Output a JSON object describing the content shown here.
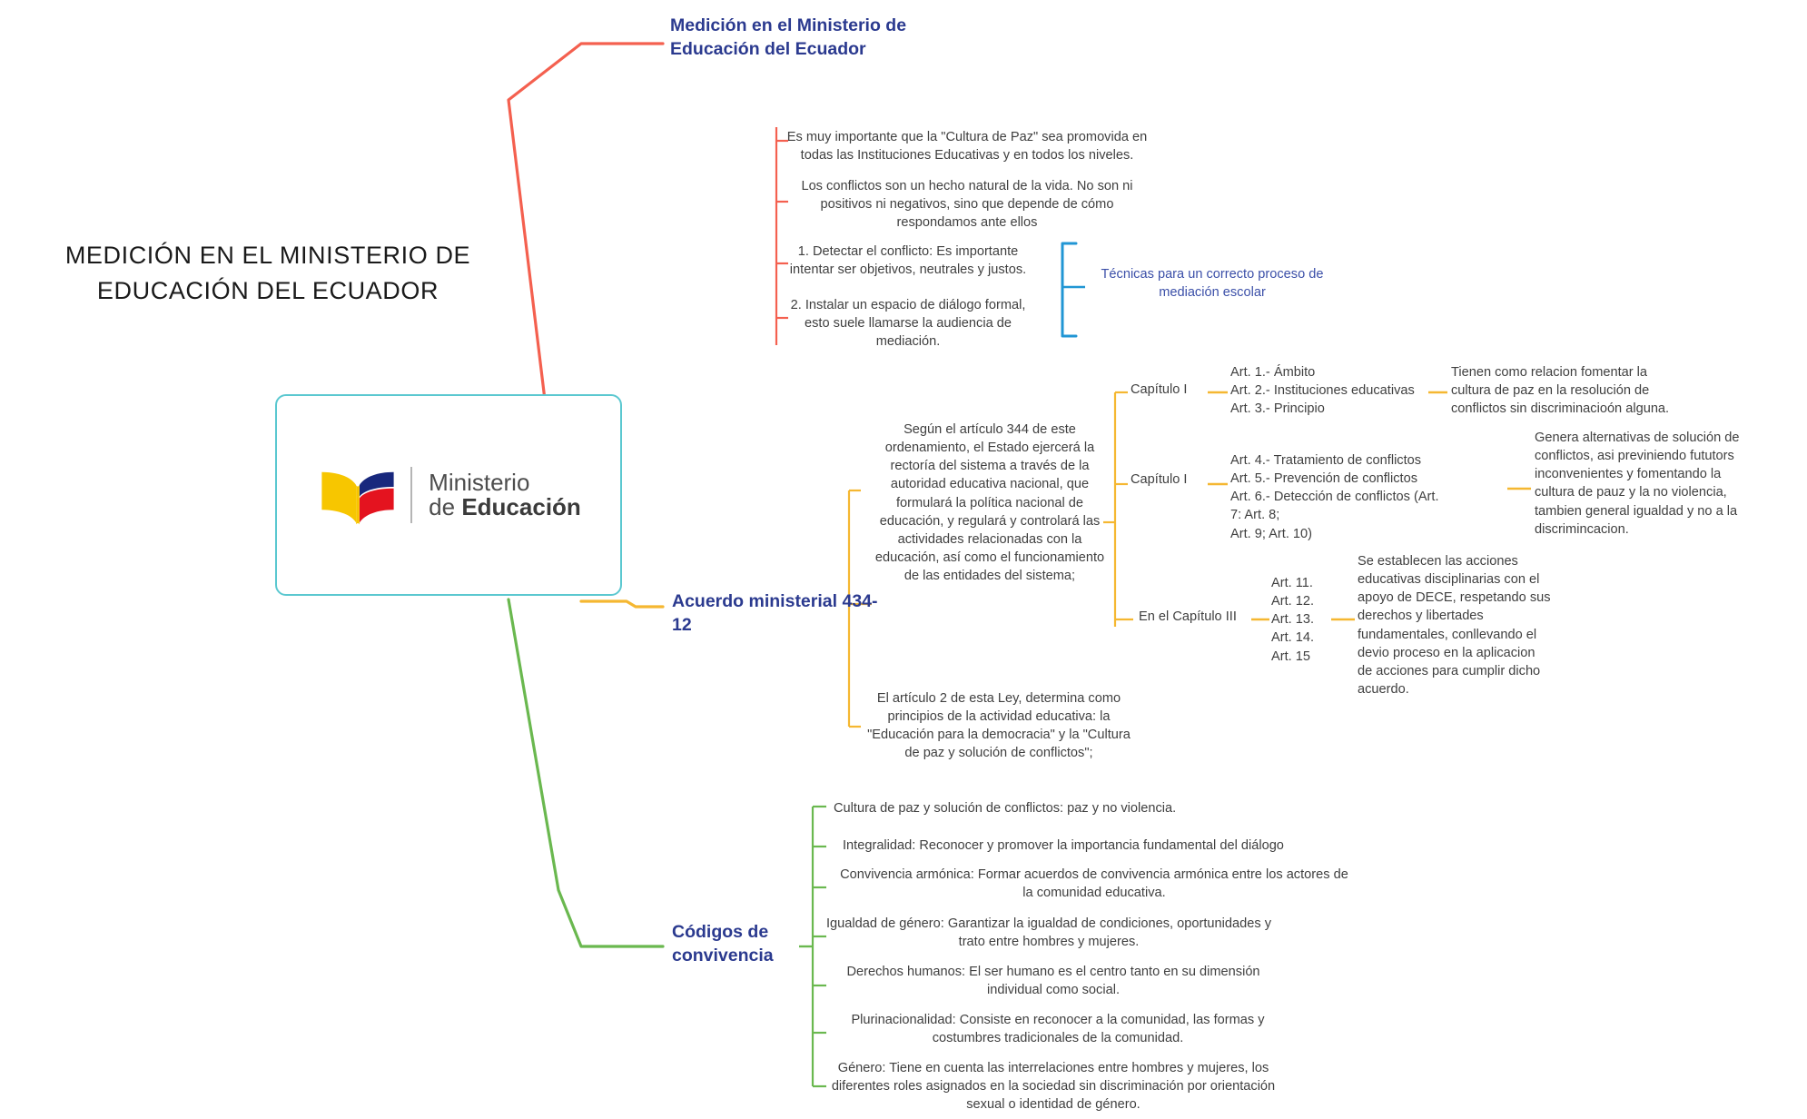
{
  "central": {
    "main_title": "MEDICIÓN EN EL MINISTERIO DE EDUCACIÓN DEL ECUADOR",
    "logo_line1": "Ministerio",
    "logo_line2_light": "de ",
    "logo_line2_bold": "Educación"
  },
  "colors": {
    "branch1": "#f4604f",
    "branch2": "#f5b731",
    "branch3": "#6ab84f",
    "accent_blue": "#2196d4",
    "card_border": "#5bc8d0",
    "heading": "#2b3a8f",
    "body_text": "#3f3f3f",
    "logo_yellow": "#f7c600",
    "logo_blue": "#18287d",
    "logo_red": "#e4131f"
  },
  "branches": [
    {
      "id": "branch1",
      "title": "Medición en el Ministerio de Educación del Ecuador",
      "color": "#f4604f",
      "leaves": [
        "Es muy importante que la \"Cultura de Paz\" sea promovida en todas las Instituciones Educativas y en todos los niveles.",
        "Los conflictos son un hecho natural de la vida. No son ni positivos ni negativos, sino que depende de cómo respondamos ante ellos",
        "1. Detectar el conflicto: Es importante intentar ser objetivos, neutrales y justos.",
        "2. Instalar un espacio de diálogo formal, esto suele llamarse la audiencia de mediación."
      ],
      "grouped_note": "Técnicas para un correcto proceso de mediación escolar"
    },
    {
      "id": "branch2",
      "title": "Acuerdo ministerial 434-12",
      "color": "#f5b731",
      "paragraph_top": "Según el artículo 344 de este ordenamiento, el Estado ejercerá la rectoría del sistema a través de la autoridad educativa nacional, que formulará la política nacional de educación, y regulará y controlará las actividades relacionadas con la educación, así como el funcionamiento de las entidades del sistema;",
      "paragraph_bottom": "El artículo 2 de esta Ley, determina como principios de la actividad educativa: la \"Educación para la democracia\" y la \"Cultura de paz y solución de conflictos\";",
      "chapters": [
        {
          "label": "Capítulo I",
          "articles": "Art. 1.- Ámbito\nArt. 2.- Instituciones educativas\nArt. 3.- Principio",
          "description": "Tienen como relacion fomentar la cultura de paz en la resolución de conflictos sin discriminacioón alguna."
        },
        {
          "label": "Capítulo I",
          "articles": "Art. 4.- Tratamiento de conflictos\nArt. 5.- Prevención de conflictos\nArt. 6.- Detección de conflictos (Art. 7: Art. 8;\nArt. 9; Art. 10)",
          "description": "Genera alternativas de solución de conflictos, asi previniendo fututors inconvenientes y fomentando la cultura de pauz y la no violencia, tambien general igualdad y no a la discrimincacion."
        },
        {
          "label": "En el Capítulo III",
          "articles": "Art. 11.\nArt. 12.\nArt. 13.\nArt. 14.\nArt. 15",
          "description": "Se establecen las acciones educativas disciplinarias con el apoyo de DECE, respetando sus derechos y libertades fundamentales, conllevando el devio proceso en la aplicacion de acciones para cumplir dicho acuerdo."
        }
      ]
    },
    {
      "id": "branch3",
      "title": "Códigos de convivencia",
      "color": "#6ab84f",
      "leaves": [
        "Cultura de paz y solución de conflictos: paz y no violencia.",
        "Integralidad: Reconocer y promover la importancia fundamental del diálogo",
        "Convivencia armónica: Formar acuerdos de convivencia armónica entre los actores de la comunidad educativa.",
        "Igualdad de género: Garantizar la igualdad de condiciones, oportunidades y trato entre hombres y mujeres.",
        "Derechos humanos: El ser humano es el centro tanto en su dimensión individual como social.",
        "Plurinacionalidad: Consiste en reconocer a la comunidad, las formas y costumbres tradicionales de la comunidad.",
        "Género: Tiene en cuenta las interrelaciones entre hombres y mujeres, los diferentes roles asignados en la sociedad sin discriminación por orientación sexual o identidad de género."
      ]
    }
  ]
}
